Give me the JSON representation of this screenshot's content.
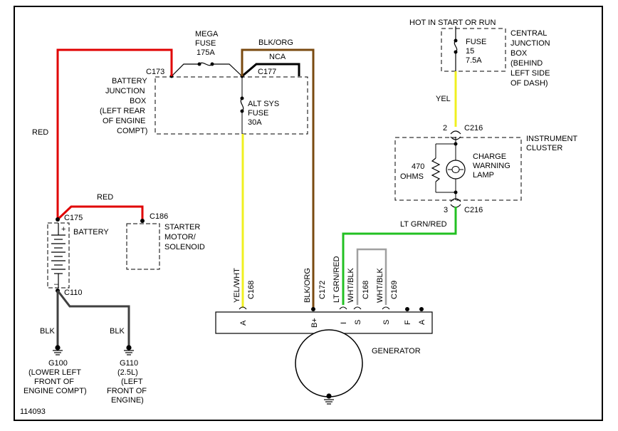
{
  "labels": {
    "hot_in_start": "HOT IN START OR RUN",
    "central_jb": [
      "CENTRAL",
      "JUNCTION",
      "BOX",
      "(BEHIND",
      "LEFT SIDE",
      "OF DASH)"
    ],
    "fuse15": [
      "FUSE",
      "15",
      "7.5A"
    ],
    "mega_fuse": [
      "MEGA",
      "FUSE",
      "175A"
    ],
    "blk_org_top": "BLK/ORG",
    "nca": "NCA",
    "c173": "C173",
    "c177": "C177",
    "battery_jb": [
      "BATTERY",
      "JUNCTION",
      "BOX",
      "(LEFT REAR",
      "OF ENGINE",
      "COMPT)"
    ],
    "alt_sys_fuse": [
      "ALT SYS",
      "FUSE",
      "30A"
    ],
    "yel": "YEL",
    "c216_top": "C216",
    "pin2": "2",
    "instrument_cluster": [
      "INSTRUMENT",
      "CLUSTER"
    ],
    "resistor": [
      "470",
      "OHMS"
    ],
    "charge_lamp": [
      "CHARGE",
      "WARNING",
      "LAMP"
    ],
    "pin3": "3",
    "c216_bottom": "C216",
    "lt_grn_red_h": "LT GRN/RED",
    "red_left": "RED",
    "red_mid": "RED",
    "c175": "C175",
    "c186": "C186",
    "battery": "BATTERY",
    "plus": "+",
    "minus": "–",
    "starter": [
      "STARTER",
      "MOTOR/",
      "SOLENOID"
    ],
    "c110": "C110",
    "blk_left": "BLK",
    "blk_right": "BLK",
    "g100": [
      "G100",
      "(LOWER LEFT",
      "FRONT OF",
      "ENGINE COMPT)"
    ],
    "g110": [
      "G110",
      "(2.5L)",
      "(LEFT",
      "FRONT OF",
      "ENGINE)"
    ],
    "yel_wht": "YEL/WHT",
    "c168_a": "C168",
    "blk_org_v": "BLK/ORG",
    "c172": "C172",
    "lt_grn_red_v": "LT GRN/RED",
    "wht_blk_1": "WHT/BLK",
    "c168_b": "C168",
    "wht_blk_2": "WHT/BLK",
    "c169": "C169",
    "gen_terminals": [
      "A",
      "B+",
      "I",
      "S",
      "S",
      "F",
      "A"
    ],
    "generator": "GENERATOR",
    "figure_id": "114093"
  },
  "wire_colors": {
    "red": "#e00000",
    "yellow": "#f0f020",
    "brown": "#7a4a10",
    "green": "#22c022",
    "gray": "#a0a0a0",
    "black": "#000000",
    "dark_gray": "#404040"
  }
}
